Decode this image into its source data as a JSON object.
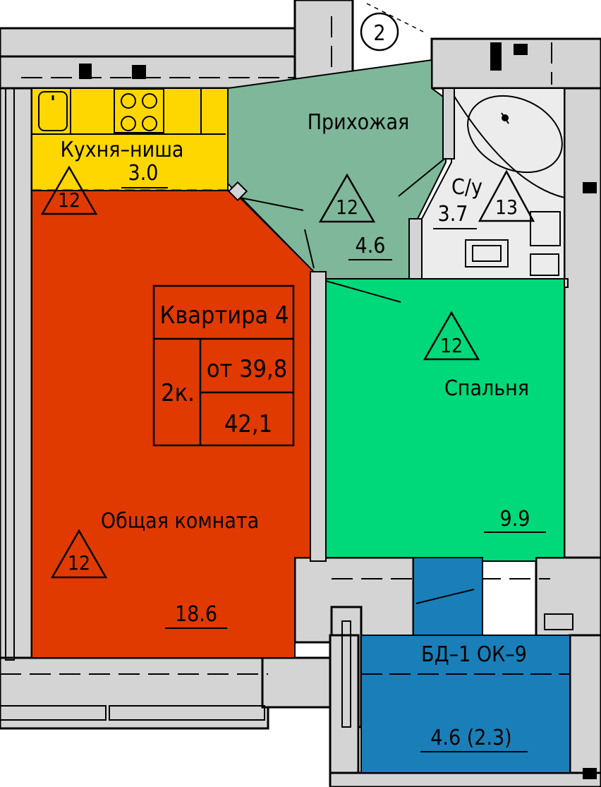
{
  "axis": {
    "label": "2"
  },
  "rooms": {
    "kitchen": {
      "name": "Кухня–ниша",
      "area": "3.0",
      "mark": "12",
      "color": "#ffd700"
    },
    "hall": {
      "name": "Прихожая",
      "area": "4.6",
      "mark": "12",
      "color": "#7fb79a"
    },
    "bath": {
      "name": "С/у",
      "area": "3.7",
      "mark": "13",
      "color": "#ececec"
    },
    "living": {
      "name": "Общая комната",
      "area": "18.6",
      "mark": "12",
      "color": "#e03a00"
    },
    "bedroom": {
      "name": "Спальня",
      "area": "9.9",
      "mark": "12",
      "color": "#00d97a"
    },
    "balcony": {
      "name": "БД–1 ОК–9",
      "area": "4.6  (2.3)",
      "color": "#1a7fb8"
    }
  },
  "apartment": {
    "title": "Квартира 4",
    "rooms_count": "2к.",
    "area_from": "от 39,8",
    "area_total": "42,1"
  }
}
